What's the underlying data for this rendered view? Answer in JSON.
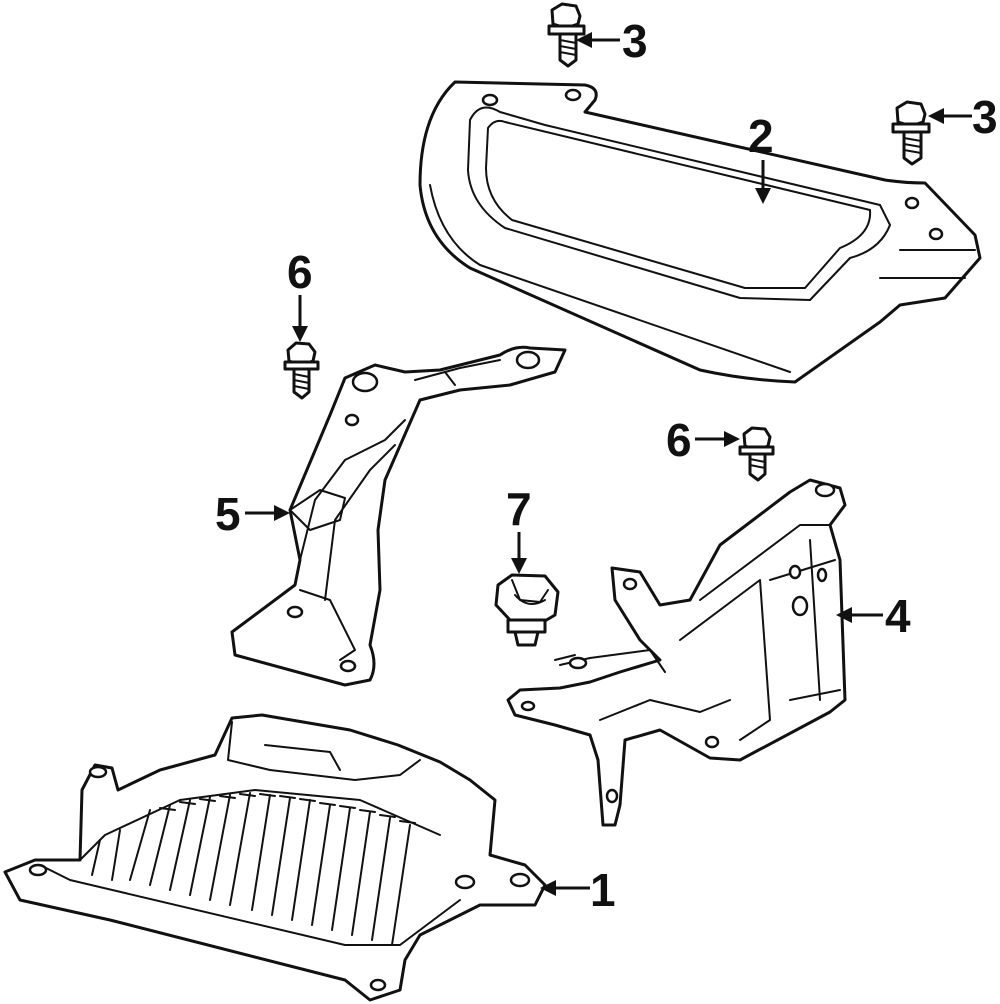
{
  "callouts": {
    "part_1": "1",
    "part_2": "2",
    "part_3a": "3",
    "part_3b": "3",
    "part_4": "4",
    "part_5": "5",
    "part_6a": "6",
    "part_6b": "6",
    "part_7": "7"
  },
  "colors": {
    "line": "#111111",
    "background": "#ffffff"
  }
}
